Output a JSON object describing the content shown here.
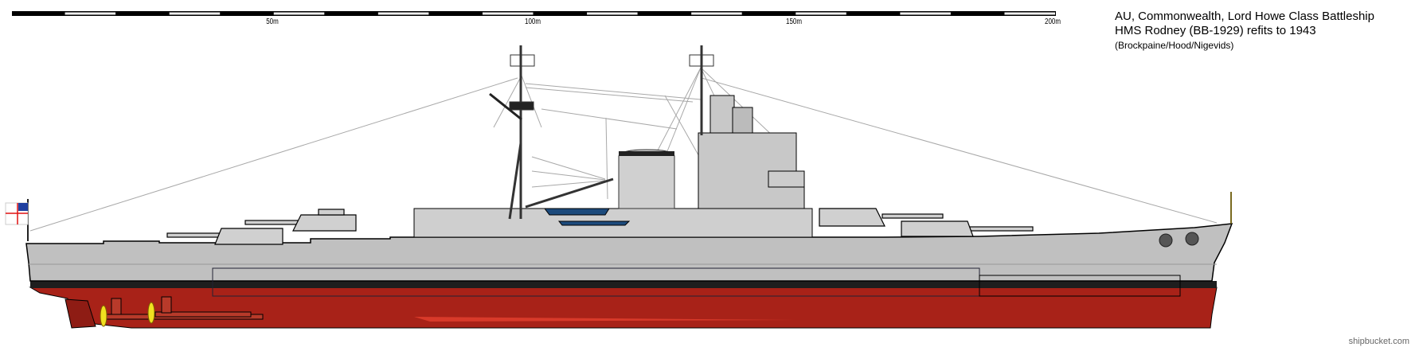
{
  "title": {
    "line1": "AU, Commonwealth,  Lord Howe Class Battleship",
    "line2": "HMS Rodney (BB-1929) refits to 1943",
    "line3": "(Brockpaine/Hood/Nigevids)"
  },
  "scale_bar": {
    "labels": [
      "50m",
      "100m",
      "150m",
      "200m"
    ],
    "max_m": 200,
    "segment_m": 10
  },
  "watermark": "shipbucket.com",
  "colors": {
    "hull_grey": "#c0c0c0",
    "superstructure_grey": "#d4d4d4",
    "boot_topping": "#1e1e1e",
    "antifouling_red": "#a82218",
    "propeller": "#f0e020",
    "rigging": "#a8a8a8",
    "boat_blue": "#1c4a7c"
  }
}
